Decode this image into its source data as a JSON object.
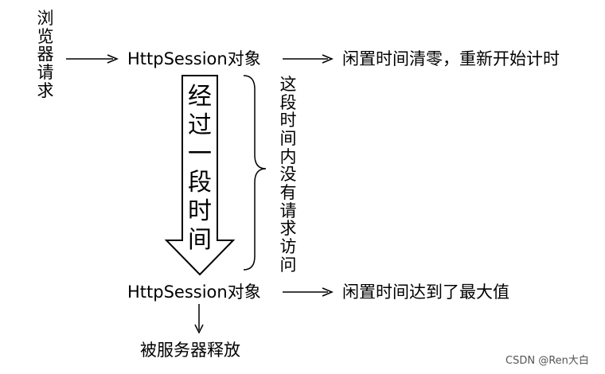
{
  "colors": {
    "stroke": "#000000",
    "text": "#000000",
    "watermark": "#555555",
    "background": "#ffffff"
  },
  "diagram": {
    "browser_request": "浏览器请求",
    "session_top": "HttpSession对象",
    "reset_note": "闲置时间清零，重新开始计时",
    "elapsed": "经过一段时间",
    "no_request": "这段时间内没有请求访问",
    "session_bottom": "HttpSession对象",
    "max_note": "闲置时间达到了最大值",
    "released": "被服务器释放"
  },
  "watermark": "CSDN @Ren大白"
}
